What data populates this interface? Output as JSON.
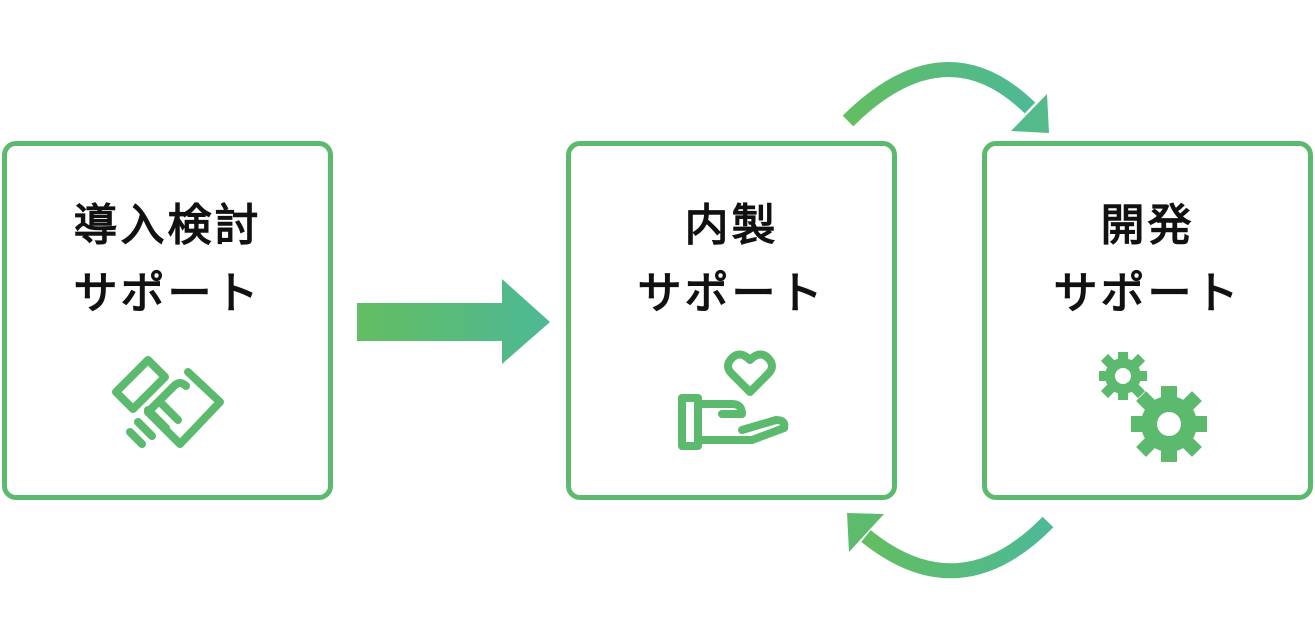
{
  "colors": {
    "accent": "#5cba6e",
    "accent_end": "#4db996",
    "text": "#111111"
  },
  "cards": [
    {
      "title": "導入検討",
      "subtitle": "サポート",
      "icon": "handshake-icon"
    },
    {
      "title": "内製",
      "subtitle": "サポート",
      "icon": "hand-heart-icon"
    },
    {
      "title": "開発",
      "subtitle": "サポート",
      "icon": "gears-icon"
    }
  ]
}
